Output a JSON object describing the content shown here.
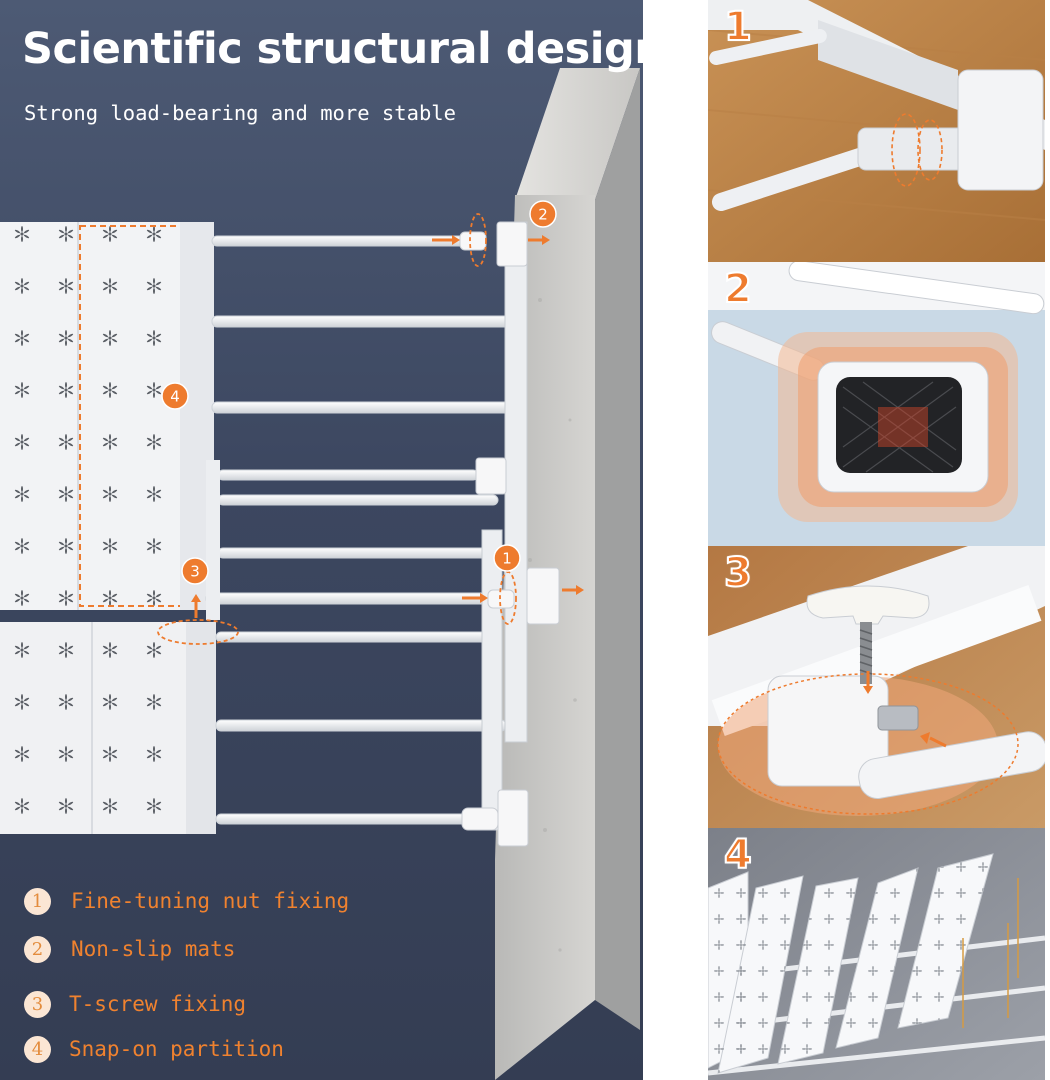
{
  "title": "Scientific structural design",
  "subtitle": "Strong load-bearing and more stable",
  "callouts": [
    "1",
    "2",
    "3",
    "4"
  ],
  "legend": [
    {
      "number": "1",
      "text": "Fine-tuning nut fixing"
    },
    {
      "number": "2",
      "text": "Non-slip mats"
    },
    {
      "number": "3",
      "text": "T-screw fixing"
    },
    {
      "number": "4",
      "text": "Snap-on partition"
    }
  ],
  "details": [
    {
      "number": "1",
      "subject": "Fine-tuning nut on rod end"
    },
    {
      "number": "2",
      "subject": "Non-slip mat on end cap"
    },
    {
      "number": "3",
      "subject": "T-screw fixing"
    },
    {
      "number": "4",
      "subject": "Snap-on partition panels"
    }
  ],
  "colors": {
    "accent": "#ee7b2e",
    "background": "#3f4a63",
    "legend_text": "#f0822f",
    "legend_badge": "#fbe6d4"
  },
  "icons": [
    "t-screw-icon",
    "rubber-mat-icon",
    "rotation-arrow-icon"
  ]
}
